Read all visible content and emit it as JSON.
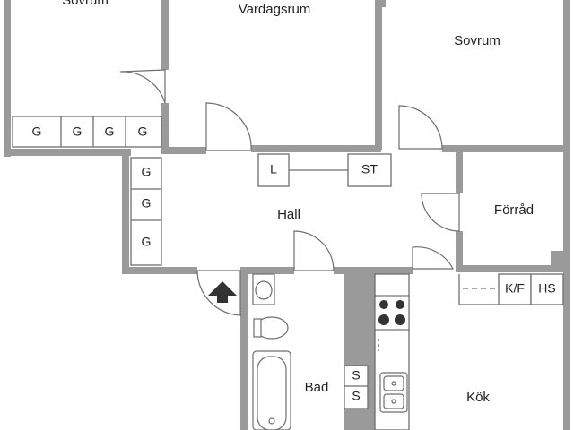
{
  "rooms": {
    "sovrum_left": "Sovrum",
    "vardagsrum": "Vardagsrum",
    "sovrum_right": "Sovrum",
    "hall": "Hall",
    "forrad": "Förråd",
    "bad": "Bad",
    "kok": "Kök"
  },
  "wardrobes": {
    "top": [
      "G",
      "G",
      "G",
      "G"
    ],
    "hall": [
      "G",
      "G",
      "G"
    ]
  },
  "hall_fixtures": {
    "l": "L",
    "st": "ST"
  },
  "kitchen_fixtures": {
    "kf": "K/F",
    "hs": "HS"
  },
  "bath_fixtures": {
    "s1": "S",
    "s2": "S"
  },
  "icons": {
    "entrance": "entrance-arrow-icon"
  },
  "colors": {
    "wall": "#9a9a9a",
    "line": "#6e6e6e",
    "text": "#222222"
  }
}
